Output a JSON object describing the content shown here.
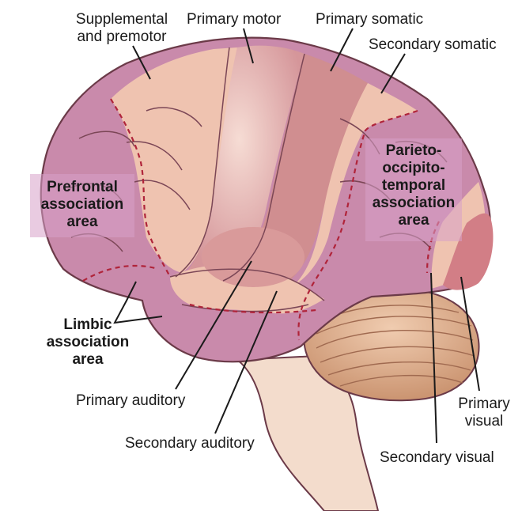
{
  "labels": {
    "supplemental": [
      "Supplemental",
      "and premotor"
    ],
    "primary_motor": "Primary motor",
    "primary_somatic": "Primary somatic",
    "secondary_somatic": "Secondary somatic",
    "prefrontal": [
      "Prefrontal",
      "association",
      "area"
    ],
    "parieto": [
      "Parieto-",
      "occipito-",
      "temporal",
      "association",
      "area"
    ],
    "limbic": [
      "Limbic",
      "association",
      "area"
    ],
    "primary_auditory": "Primary auditory",
    "secondary_auditory": "Secondary auditory",
    "primary_visual": [
      "Primary",
      "visual"
    ],
    "secondary_visual": "Secondary visual"
  },
  "colors": {
    "association": "#c98aab",
    "association_light": "#d9a4c2",
    "premotor": "#efc3b0",
    "motor": "#d9999a",
    "somatic": "#d08e90",
    "cerebellum": "#d8a887",
    "brainstem": "#f2dccc",
    "outline": "#6b3a48",
    "dashed": "#b0243a"
  }
}
